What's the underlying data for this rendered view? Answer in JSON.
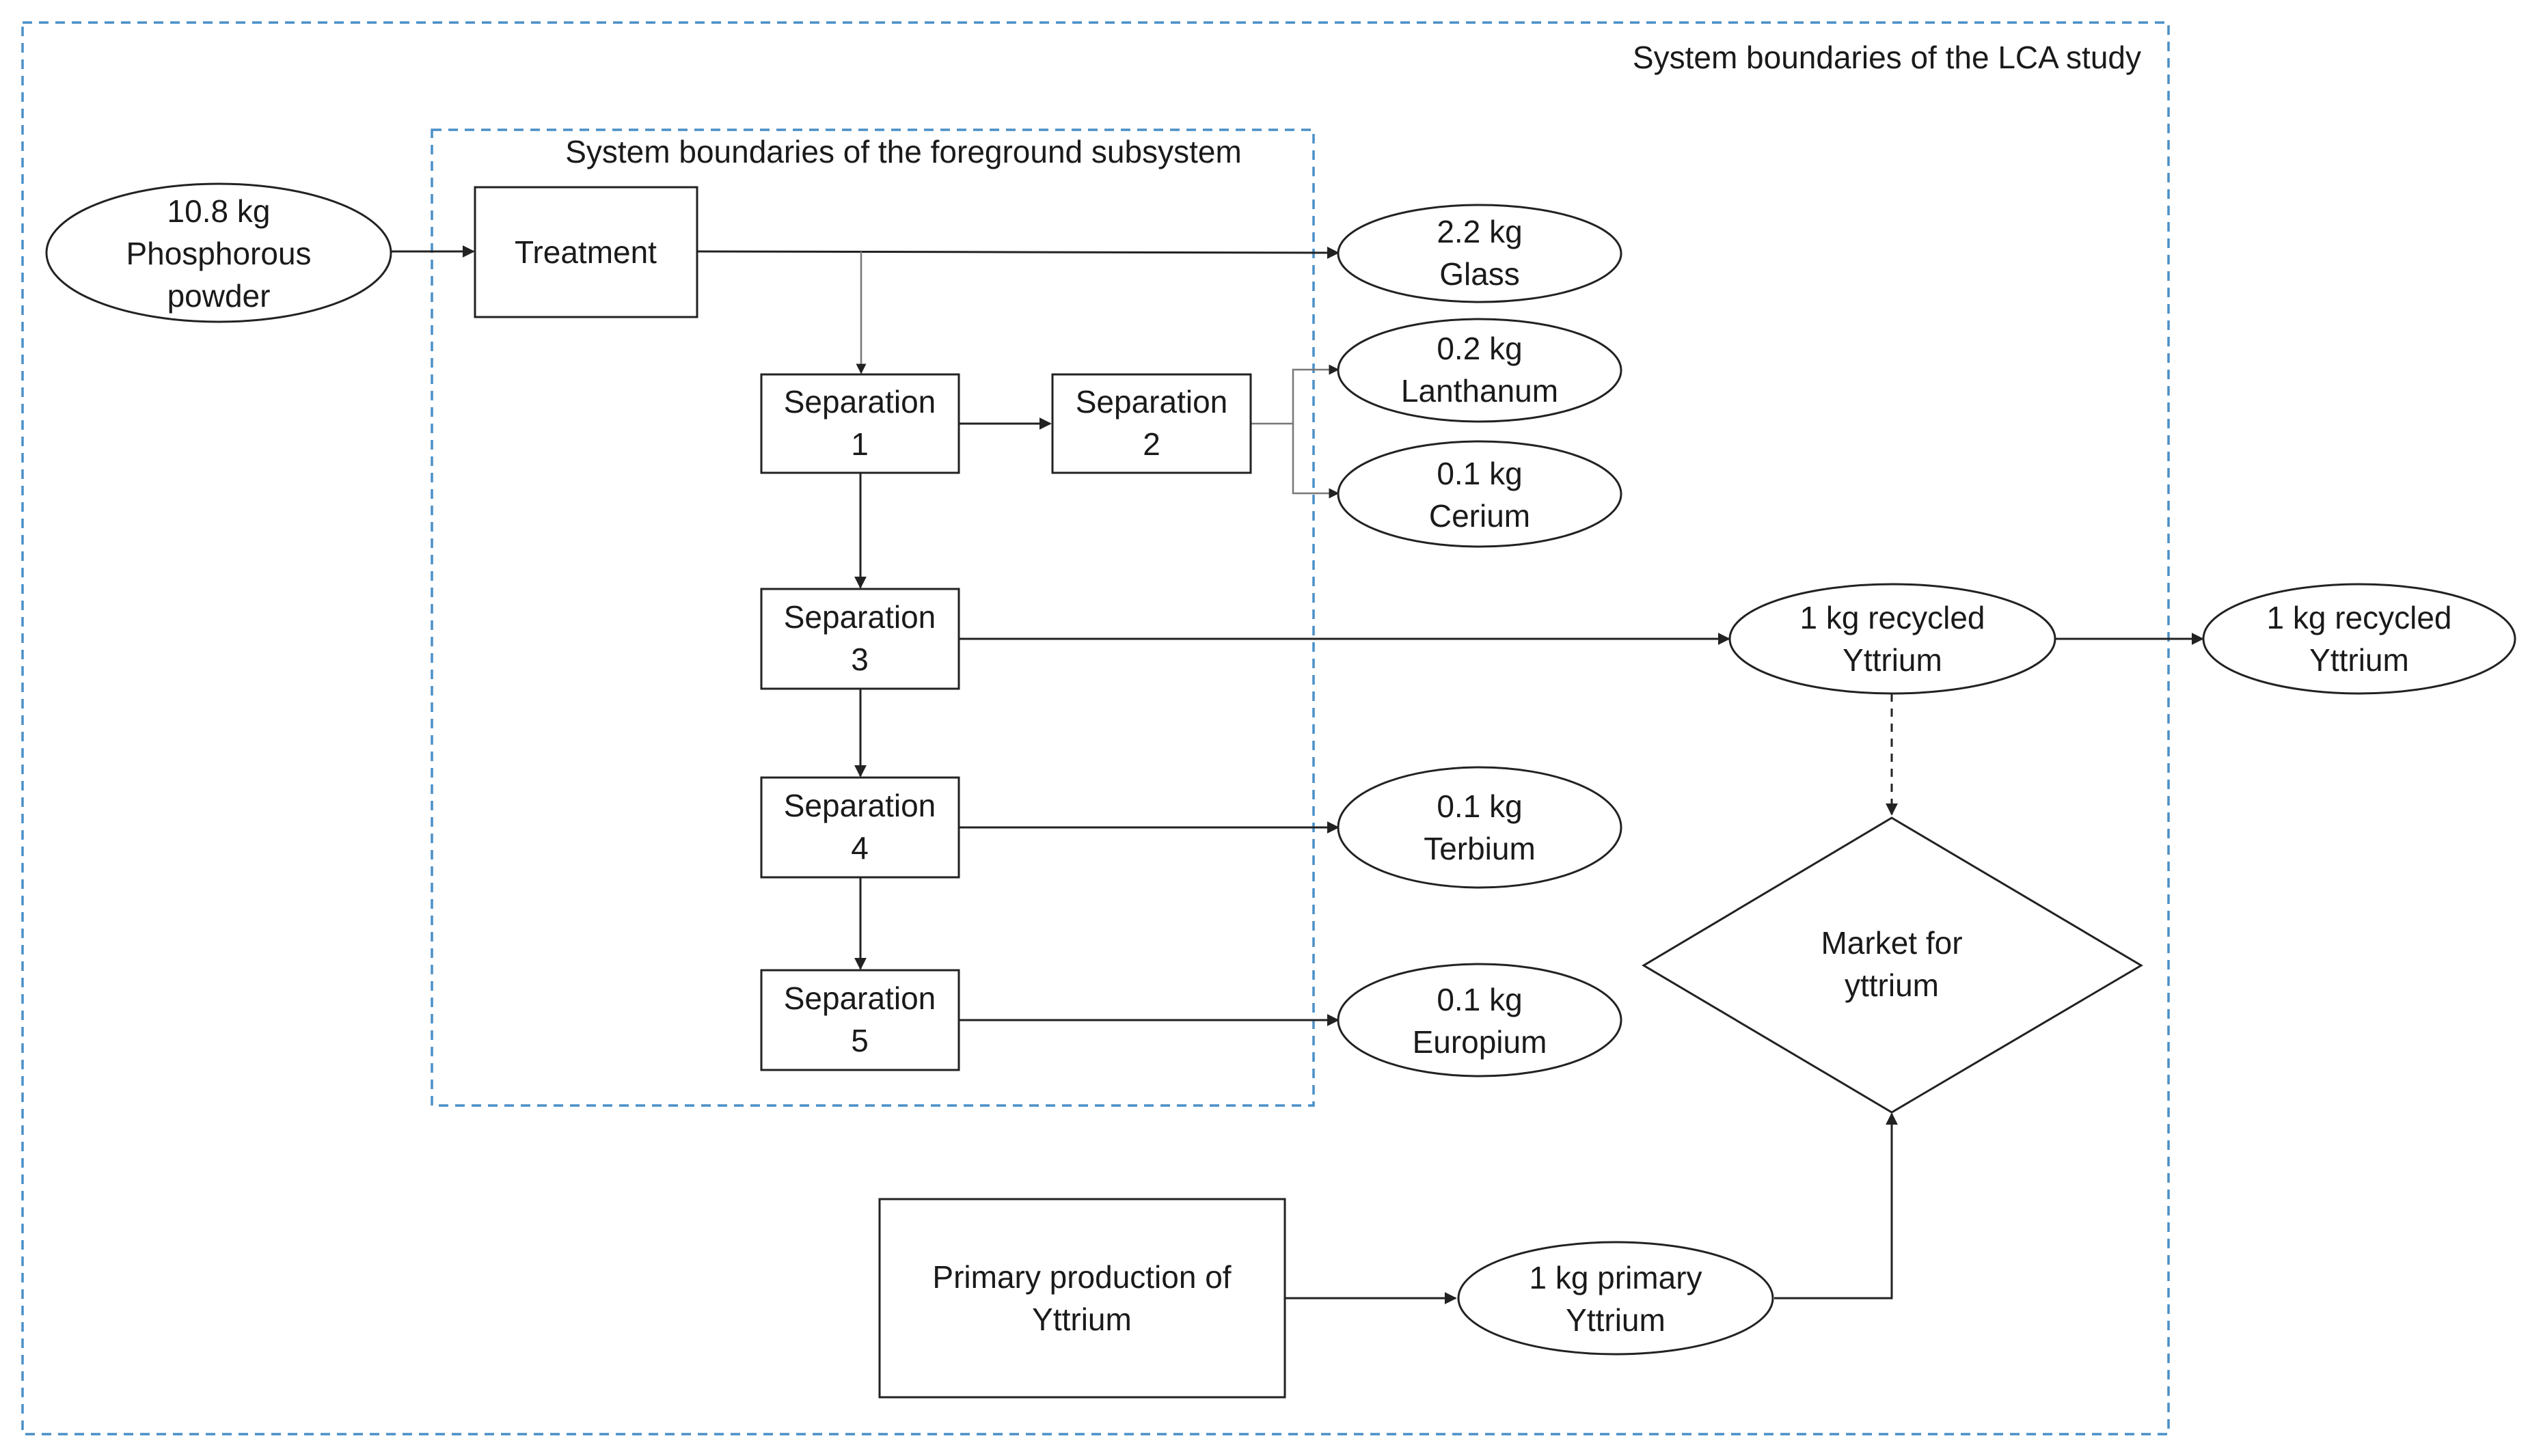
{
  "boundaries": {
    "lca_study": "System boundaries of the LCA study",
    "foreground": "System boundaries of the foreground subsystem"
  },
  "nodes": {
    "input": [
      "10.8 kg",
      "Phosphorous",
      "powder"
    ],
    "treatment": [
      "Treatment"
    ],
    "sep1": [
      "Separation",
      "1"
    ],
    "sep2": [
      "Separation",
      "2"
    ],
    "sep3": [
      "Separation",
      "3"
    ],
    "sep4": [
      "Separation",
      "4"
    ],
    "sep5": [
      "Separation",
      "5"
    ],
    "glass": [
      "2.2 kg",
      "Glass"
    ],
    "lanthanum": [
      "0.2 kg",
      "Lanthanum"
    ],
    "cerium": [
      "0.1 kg",
      "Cerium"
    ],
    "recycled_inner": [
      "1 kg recycled",
      "Yttrium"
    ],
    "recycled_outer": [
      "1 kg recycled",
      "Yttrium"
    ],
    "terbium": [
      "0.1 kg",
      "Terbium"
    ],
    "europium": [
      "0.1 kg",
      "Europium"
    ],
    "market": [
      "Market for",
      "yttrium"
    ],
    "primary_production": [
      "Primary production of",
      "Yttrium"
    ],
    "primary_yttrium": [
      "1 kg primary",
      "Yttrium"
    ]
  },
  "colors": {
    "boundary": "#4a8fc7",
    "line": "#222222",
    "text": "#1a1a1a"
  }
}
